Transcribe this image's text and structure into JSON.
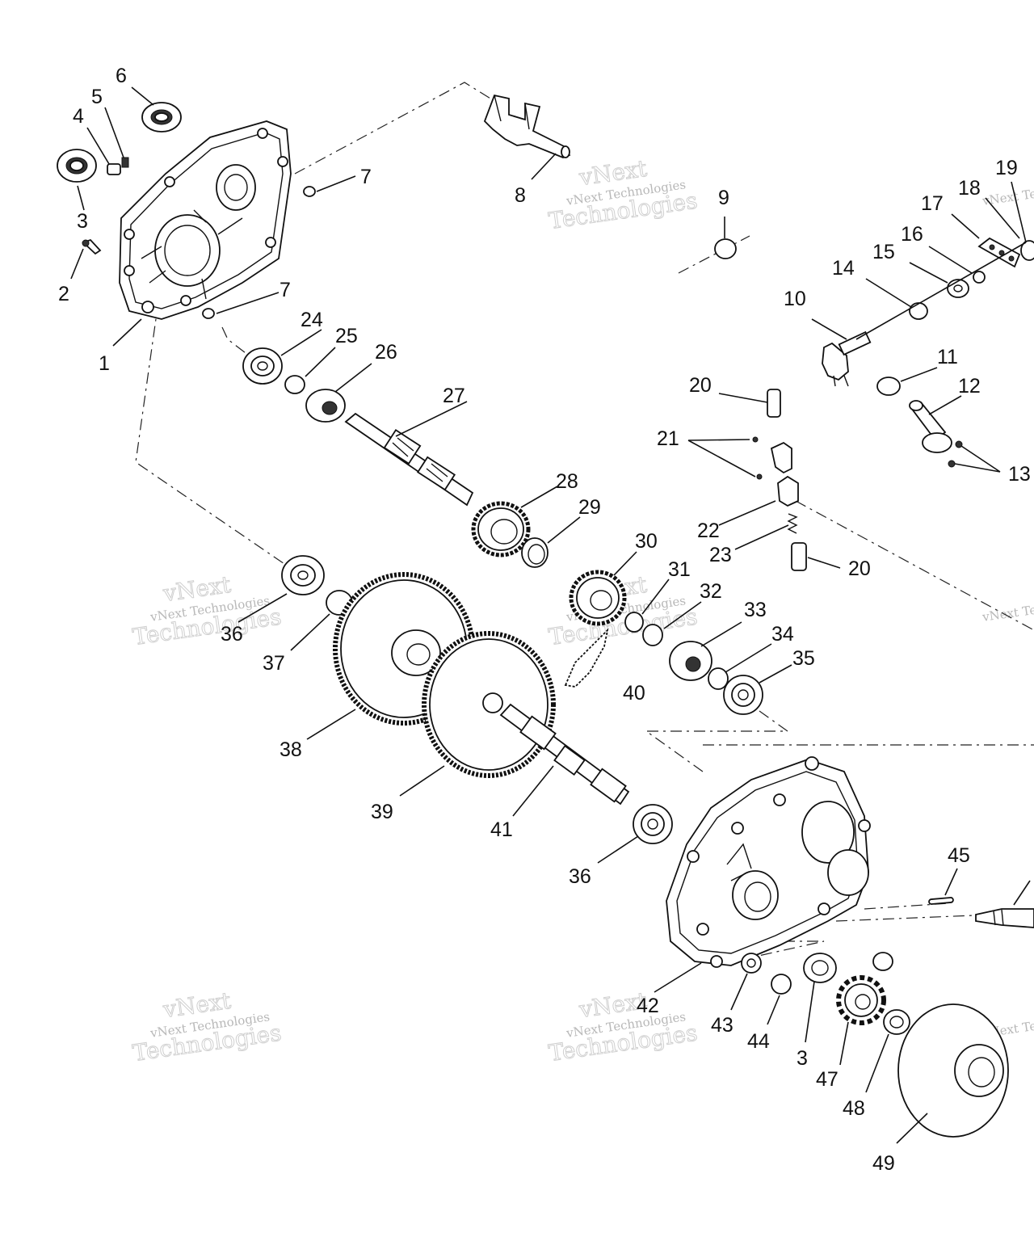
{
  "watermark": {
    "line1": "vNext Technologies",
    "line2": "vNext",
    "line3": "Technologies"
  },
  "callouts": [
    "1",
    "2",
    "3",
    "4",
    "5",
    "6",
    "7",
    "8",
    "9",
    "10",
    "11",
    "12",
    "13",
    "14",
    "15",
    "16",
    "17",
    "18",
    "19",
    "20",
    "21",
    "22",
    "23",
    "24",
    "25",
    "26",
    "27",
    "28",
    "29",
    "30",
    "31",
    "32",
    "33",
    "34",
    "35",
    "36",
    "37",
    "38",
    "39",
    "40",
    "41",
    "42",
    "43",
    "44",
    "45",
    "47",
    "48",
    "49"
  ]
}
